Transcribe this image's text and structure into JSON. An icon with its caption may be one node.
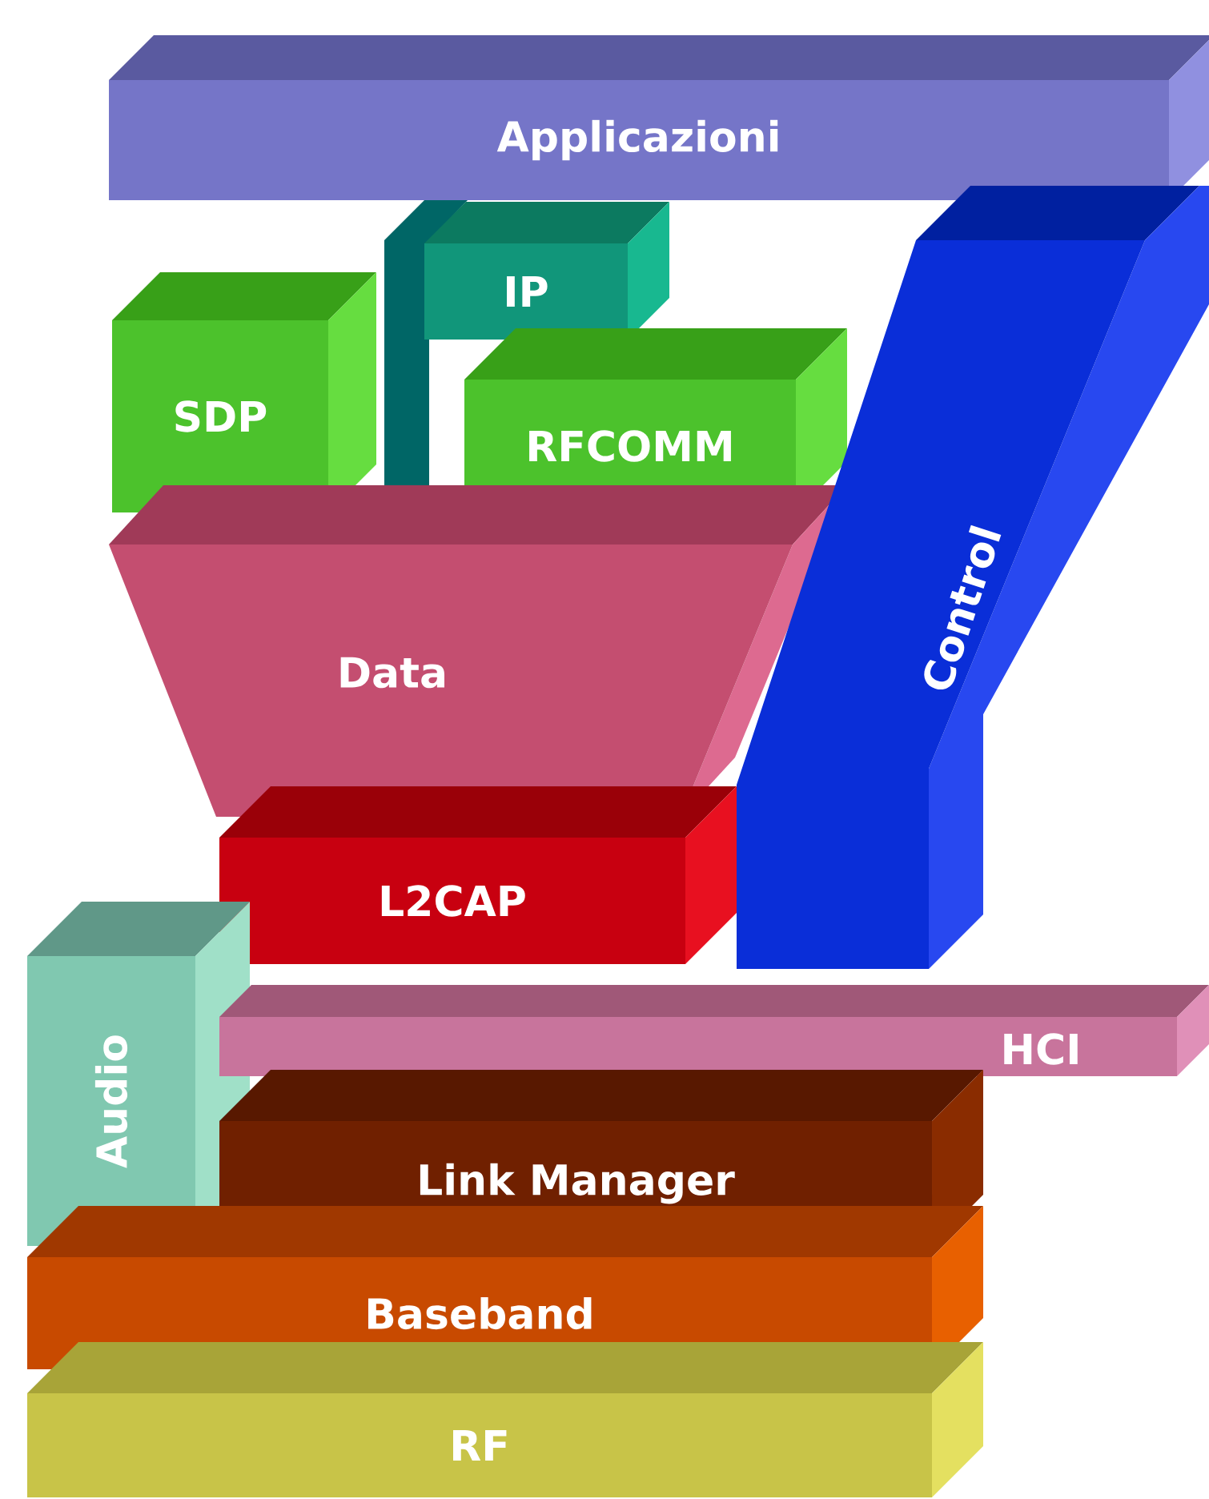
{
  "diagram": {
    "nodes": [
      {
        "text": [
          "Applicazioni"
        ]
      },
      {
        "text": [
          "IP"
        ]
      },
      {
        "text": [
          "SDP"
        ]
      },
      {
        "text": [
          "RFCOMM"
        ]
      },
      {
        "text": [
          "Data"
        ]
      },
      {
        "text": [
          "Control"
        ]
      },
      {
        "text": [
          "L2CAP"
        ]
      },
      {
        "text": [
          "Audio"
        ]
      },
      {
        "text": [
          "HCI"
        ]
      },
      {
        "text": [
          "Link Manager"
        ]
      },
      {
        "text": [
          "Baseband"
        ]
      },
      {
        "text": [
          "RF"
        ]
      }
    ]
  }
}
